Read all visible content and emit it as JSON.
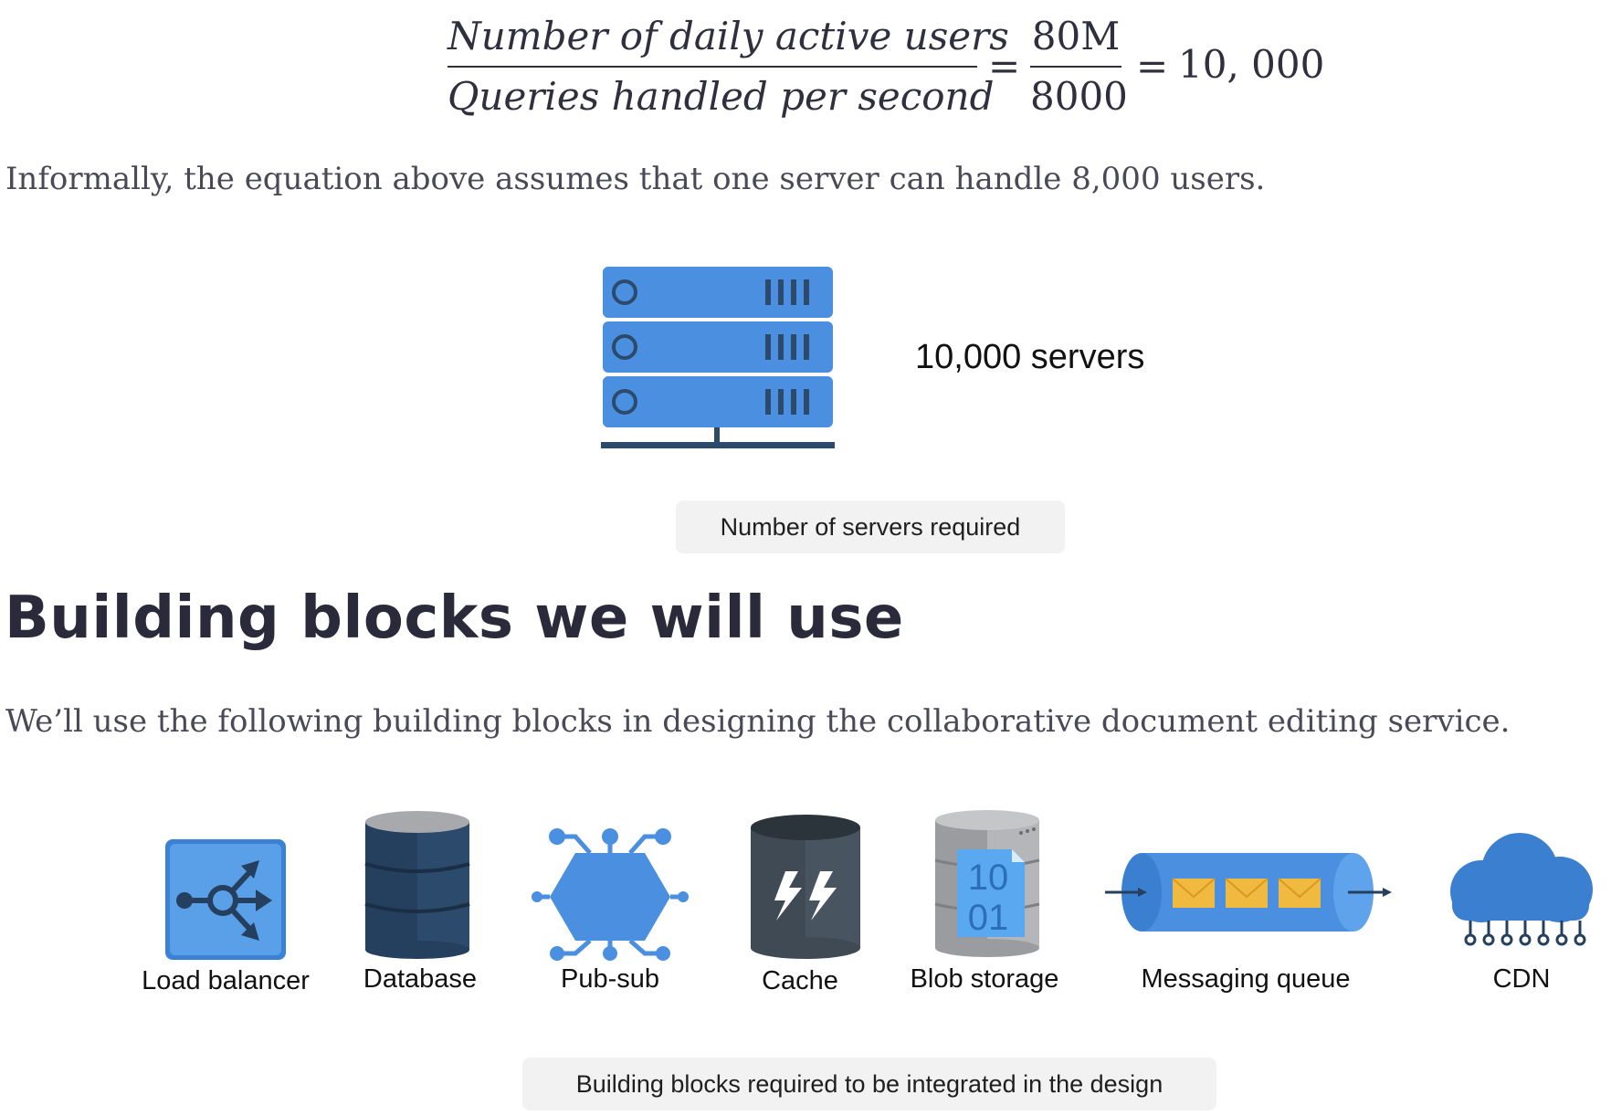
{
  "equation": {
    "numerator_text": "Number of daily active users",
    "denominator_text": "Queries handled per second",
    "equals1": "=",
    "numerator_value": "80M",
    "denominator_value": "8000",
    "equals2": "=",
    "result": "10, 000"
  },
  "informal_text": "Informally, the equation above assumes that one server can handle 8,000 users.",
  "servers": {
    "label": "10,000 servers",
    "caption": "Number of servers required"
  },
  "section": {
    "heading": "Building blocks we will use",
    "intro": "We’ll use the following building blocks in designing the collaborative document editing service."
  },
  "blocks": [
    {
      "label": "Load balancer",
      "icon": "load-balancer-icon"
    },
    {
      "label": "Database",
      "icon": "database-icon"
    },
    {
      "label": "Pub-sub",
      "icon": "pub-sub-icon"
    },
    {
      "label": "Cache",
      "icon": "cache-icon"
    },
    {
      "label": "Blob storage",
      "icon": "blob-storage-icon"
    },
    {
      "label": "Messaging queue",
      "icon": "messaging-queue-icon"
    },
    {
      "label": "CDN",
      "icon": "cdn-icon"
    }
  ],
  "blob_text": {
    "line1": "10",
    "line2": "01"
  },
  "blocks_caption": "Building blocks required to be integrated in the design",
  "colors": {
    "server_blue": "#4a8fe0",
    "server_dark": "#2c4a6b",
    "database_navy": "#253f5e",
    "cache_slate": "#3f4a55",
    "lb_blue": "#5aa0e8",
    "envelope_gold": "#f0b940",
    "caption_bg": "#f2f2f2"
  }
}
